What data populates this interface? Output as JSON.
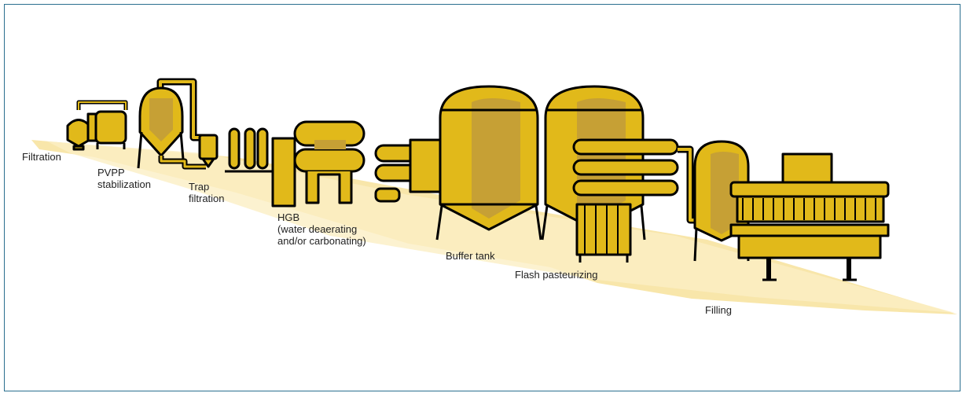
{
  "colors": {
    "equipment": "#e1b91a",
    "equipment_shade": "#c6a035",
    "outline": "#000000",
    "floor_light": "#fbefc4",
    "floor_mid": "#f6de8e",
    "frame_border": "#2a6f8f"
  },
  "labels": {
    "filtration": "Filtration",
    "pvpp": "PVPP\nstabilization",
    "trap": "Trap\nfiltration",
    "hgb": "HGB\n(water deaerating\nand/or carbonating)",
    "buffer": "Buffer tank",
    "flash": "Flash pasteurizing",
    "filling": "Filling"
  }
}
